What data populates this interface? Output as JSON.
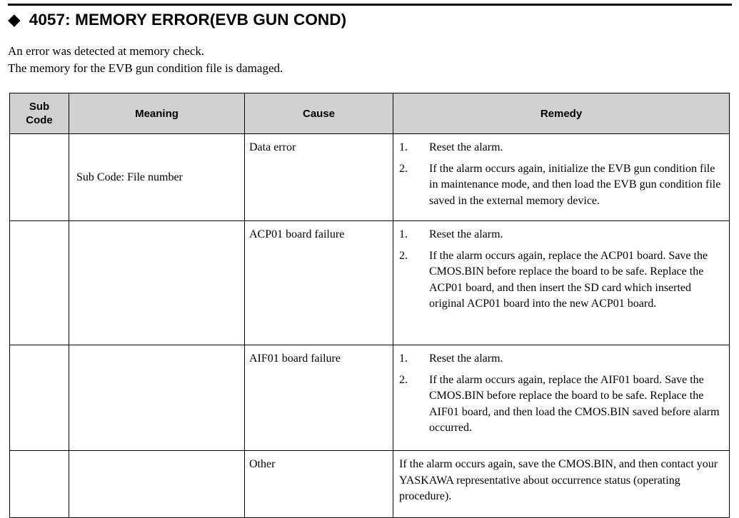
{
  "page": {
    "alarm_heading": "4057: MEMORY ERROR(EVB GUN COND)",
    "bullet_glyph": "◆",
    "intro_lines": [
      "An error was detected at memory check.",
      "The memory for the EVB gun condition file is damaged."
    ]
  },
  "table": {
    "headers": {
      "sub_code_line1": "Sub",
      "sub_code_line2": "Code",
      "meaning": "Meaning",
      "cause": "Cause",
      "remedy": "Remedy"
    },
    "rows": [
      {
        "sub_code": "",
        "meaning": "Sub Code: File number",
        "cause": "Data error",
        "remedy_items": [
          {
            "num": "1.",
            "text": "Reset the alarm."
          },
          {
            "num": "2.",
            "text": "If the alarm occurs again, initialize the EVB gun condition file in maintenance mode, and then load the EVB gun condition file saved in the external memory device."
          }
        ],
        "remedy_plain": ""
      },
      {
        "sub_code": "",
        "meaning": "",
        "cause": "ACP01 board failure",
        "remedy_items": [
          {
            "num": "1.",
            "text": "Reset the alarm."
          },
          {
            "num": "2.",
            "text": "If the alarm occurs again, replace the ACP01 board. Save the CMOS.BIN before replace the board to be safe. Replace the ACP01 board, and then insert the SD card which inserted original ACP01 board into the new ACP01 board."
          }
        ],
        "remedy_plain": ""
      },
      {
        "sub_code": "",
        "meaning": "",
        "cause": "AIF01 board failure",
        "remedy_items": [
          {
            "num": "1.",
            "text": "Reset the alarm."
          },
          {
            "num": "2.",
            "text": "If the alarm occurs again, replace the AIF01 board. Save the CMOS.BIN before replace the board to be safe. Replace the AIF01 board, and then load the CMOS.BIN saved before alarm occurred."
          }
        ],
        "remedy_plain": ""
      },
      {
        "sub_code": "",
        "meaning": "",
        "cause": "Other",
        "remedy_items": [],
        "remedy_plain": "If the alarm occurs again, save the CMOS.BIN, and then contact your YASKAWA representative about occurrence status (operating procedure)."
      }
    ]
  },
  "colors": {
    "header_fill": "#D1D1D1",
    "border": "#000000",
    "text": "#000000",
    "page_background": "#FFFFFF"
  }
}
